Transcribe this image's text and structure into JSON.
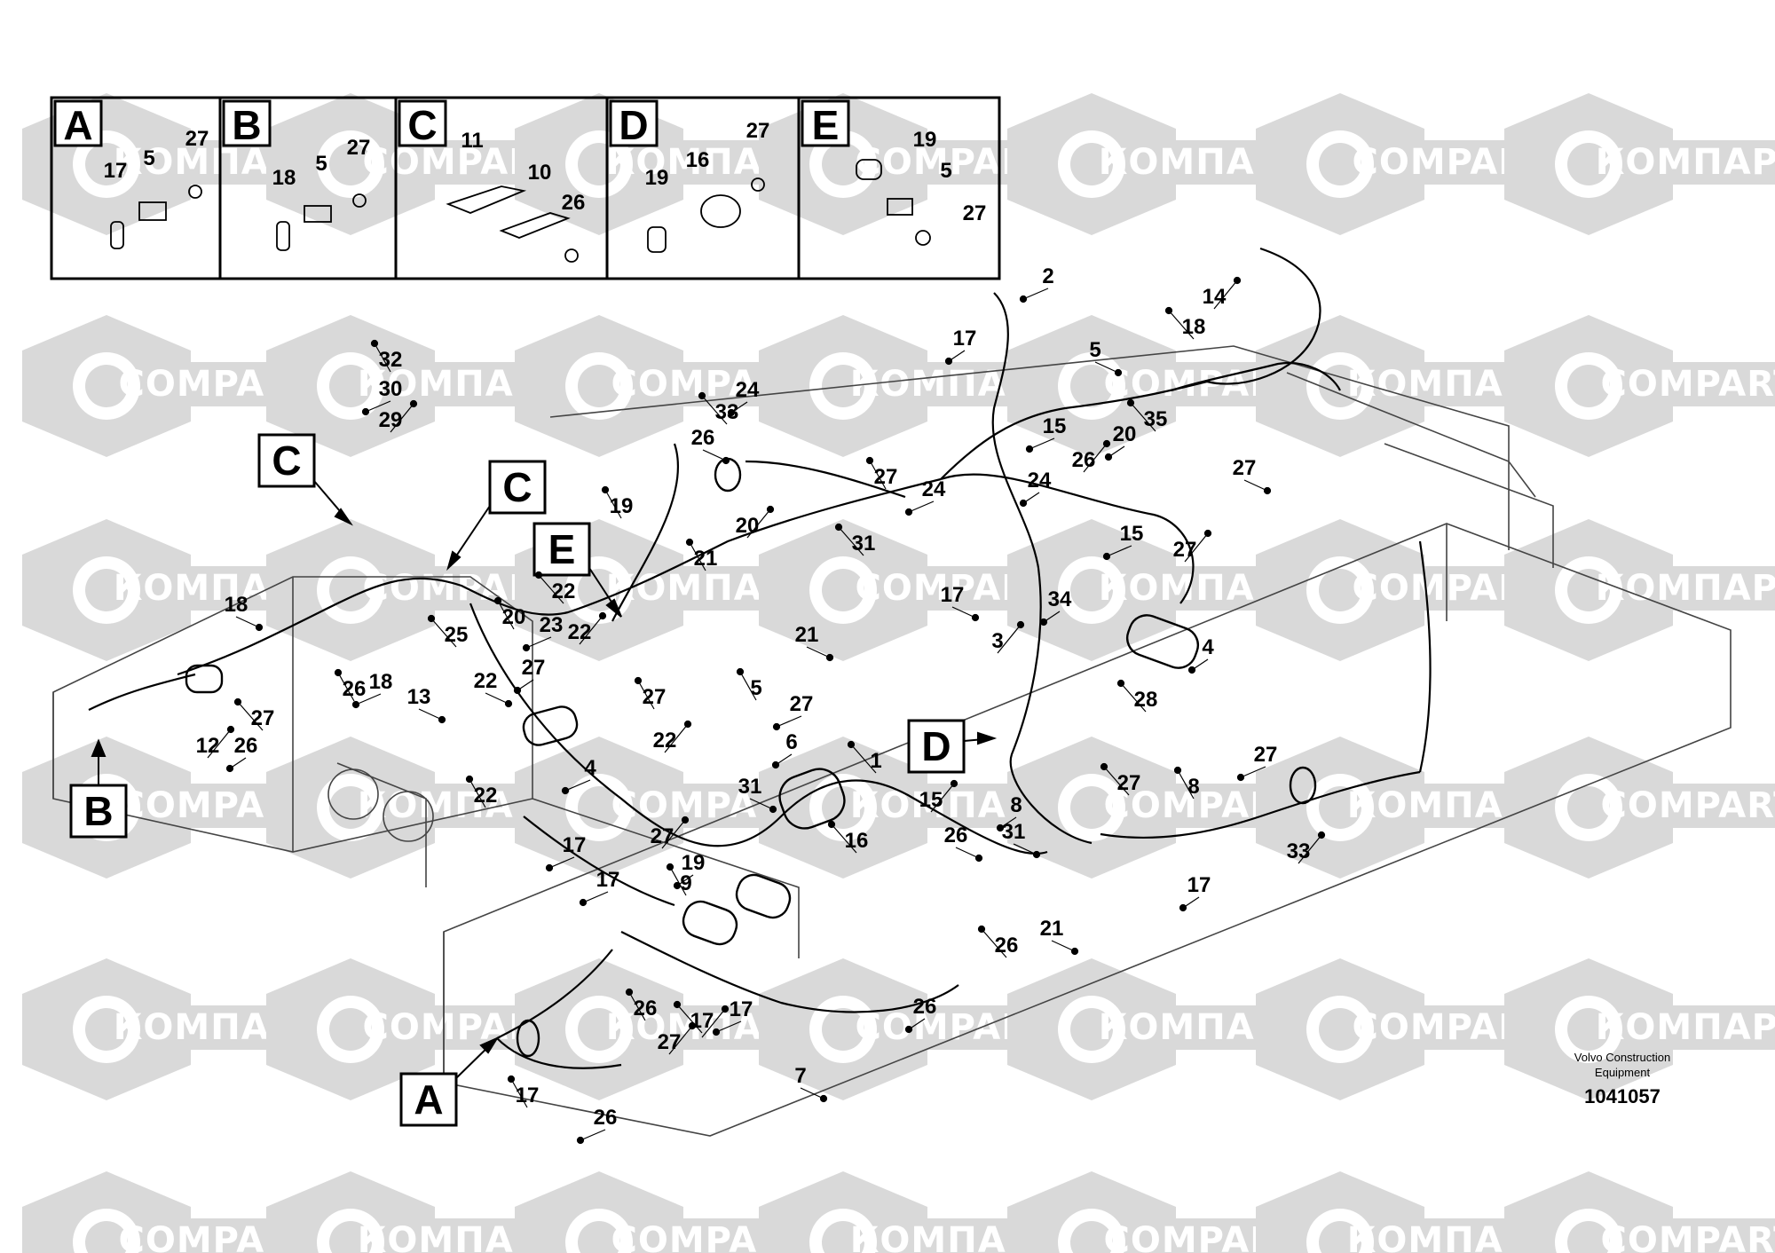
{
  "watermark": {
    "texts": [
      "КОМПАРТ",
      "COMPART"
    ],
    "color": "#d9d9d9"
  },
  "detail_panels": [
    {
      "letter": "A",
      "callouts": [
        "27",
        "5",
        "17"
      ]
    },
    {
      "letter": "B",
      "callouts": [
        "27",
        "5",
        "18"
      ]
    },
    {
      "letter": "C",
      "callouts": [
        "11",
        "10",
        "26"
      ]
    },
    {
      "letter": "D",
      "callouts": [
        "27",
        "16",
        "19"
      ]
    },
    {
      "letter": "E",
      "callouts": [
        "19",
        "5",
        "27"
      ]
    }
  ],
  "view_labels": [
    "C",
    "C",
    "E",
    "B",
    "D",
    "A"
  ],
  "callouts": [
    "2",
    "14",
    "17",
    "18",
    "5",
    "32",
    "30",
    "29",
    "24",
    "33",
    "26",
    "27",
    "15",
    "26",
    "20",
    "35",
    "27",
    "19",
    "24",
    "20",
    "24",
    "31",
    "17",
    "21",
    "15",
    "27",
    "34",
    "22",
    "18",
    "20",
    "23",
    "22",
    "27",
    "25",
    "13",
    "26",
    "18",
    "12",
    "26",
    "27",
    "21",
    "5",
    "27",
    "3",
    "4",
    "28",
    "22",
    "27",
    "4",
    "22",
    "6",
    "1",
    "31",
    "22",
    "17",
    "27",
    "19",
    "16",
    "26",
    "9",
    "17",
    "15",
    "8",
    "27",
    "31",
    "8",
    "27",
    "33",
    "17",
    "26",
    "21",
    "26",
    "17",
    "27",
    "26",
    "17",
    "7",
    "17",
    "26"
  ],
  "credit": {
    "line1": "Volvo Construction",
    "line2": "Equipment"
  },
  "doc_number": "1041057"
}
